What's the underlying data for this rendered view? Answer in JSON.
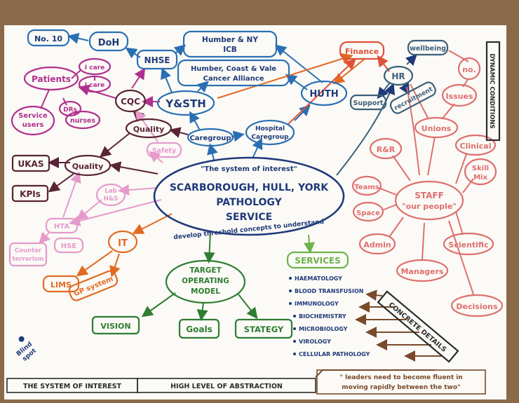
{
  "colors": {
    "navy": "#1f3a7a",
    "blue": "#2a6fb3",
    "purple": "#5a2336",
    "magenta": "#b0308f",
    "pink": "#e69acb",
    "orange": "#e36a22",
    "red_orange": "#e0513a",
    "green": "#2e7d32",
    "light_green": "#6db34a",
    "brown": "#7a4a2b",
    "salmon": "#df6f6f",
    "steel": "#3b5f7a"
  },
  "nodes": {
    "no10": "No. 10",
    "doh": "DoH",
    "nhse": "NHSE",
    "humber_icb": [
      "Humber & NY",
      "ICB"
    ],
    "cancer_alliance": [
      "Humber, Coast & Vale",
      "Cancer Alliance"
    ],
    "ysth": "Y&STH",
    "huth": "HUTH",
    "caregroup": "Caregroup",
    "hospital_caregroup": [
      "Hospital",
      "Caregroup"
    ],
    "finance": "Finance",
    "wellbeing": "wellbeing",
    "hr": "HR",
    "support": "Support",
    "recruitment": "recruitment",
    "patients": "Patients",
    "service_users": [
      "Service",
      "users"
    ],
    "drs": "DRs",
    "nurses": "nurses",
    "icare": "I care",
    "icare2": "I care",
    "cqc": "CQC",
    "quality_upper": "Quality",
    "safety": "Safety",
    "ukas": "UKAS",
    "quality_left": "Quality",
    "kpis": "KPIs",
    "lab_hs": [
      "Lab",
      "H&S"
    ],
    "hta": "HTA",
    "hse": "HSE",
    "counter_terrorism": [
      "Counter",
      "terrorism"
    ],
    "it": "IT",
    "lims": "LIMS",
    "gp_system": "GP system",
    "tom": [
      "TARGET",
      "OPERATING",
      "MODEL"
    ],
    "vision": "VISION",
    "goals": "Goals",
    "strategy": "STATEGY",
    "services": "SERVICES",
    "services_list": [
      "HAEMATOLOGY",
      "BLOOD TRANSFUSION",
      "IMMUNOLOGY",
      "BIOCHEMISTRY",
      "MICROBIOLOGY",
      "VIROLOGY",
      "CELLULAR PATHOLOGY"
    ],
    "staff": [
      "STAFF",
      "\"our people\""
    ],
    "teams": "Teams",
    "space": "Space",
    "admin": "Admin",
    "managers": "Managers",
    "scientific": "Scientific",
    "decisions": "Decisions",
    "rr": "R&R",
    "unions": "Unions",
    "issues": "Issues",
    "no": "no.",
    "clinical": "Clinical",
    "skill_mix": [
      "Skill",
      "Mix"
    ],
    "dynamic_conditions": "DYNAMIC CONDITIONS",
    "concrete_details": "CONCRETE DETAILS",
    "blind_spot": [
      "Blind",
      "spot"
    ]
  },
  "center": {
    "top_label": "\"The system of interest\"",
    "title_lines": [
      "SCARBOROUGH, HULL, YORK",
      "PATHOLOGY",
      "SERVICE"
    ],
    "subtitle": "develop threshold concepts to understand"
  },
  "footer": {
    "left": "THE SYSTEM OF INTEREST",
    "middle": "HIGH LEVEL OF ABSTRACTION",
    "right": [
      "\" leaders need to become fluent in",
      "moving rapidly between the two\""
    ]
  }
}
